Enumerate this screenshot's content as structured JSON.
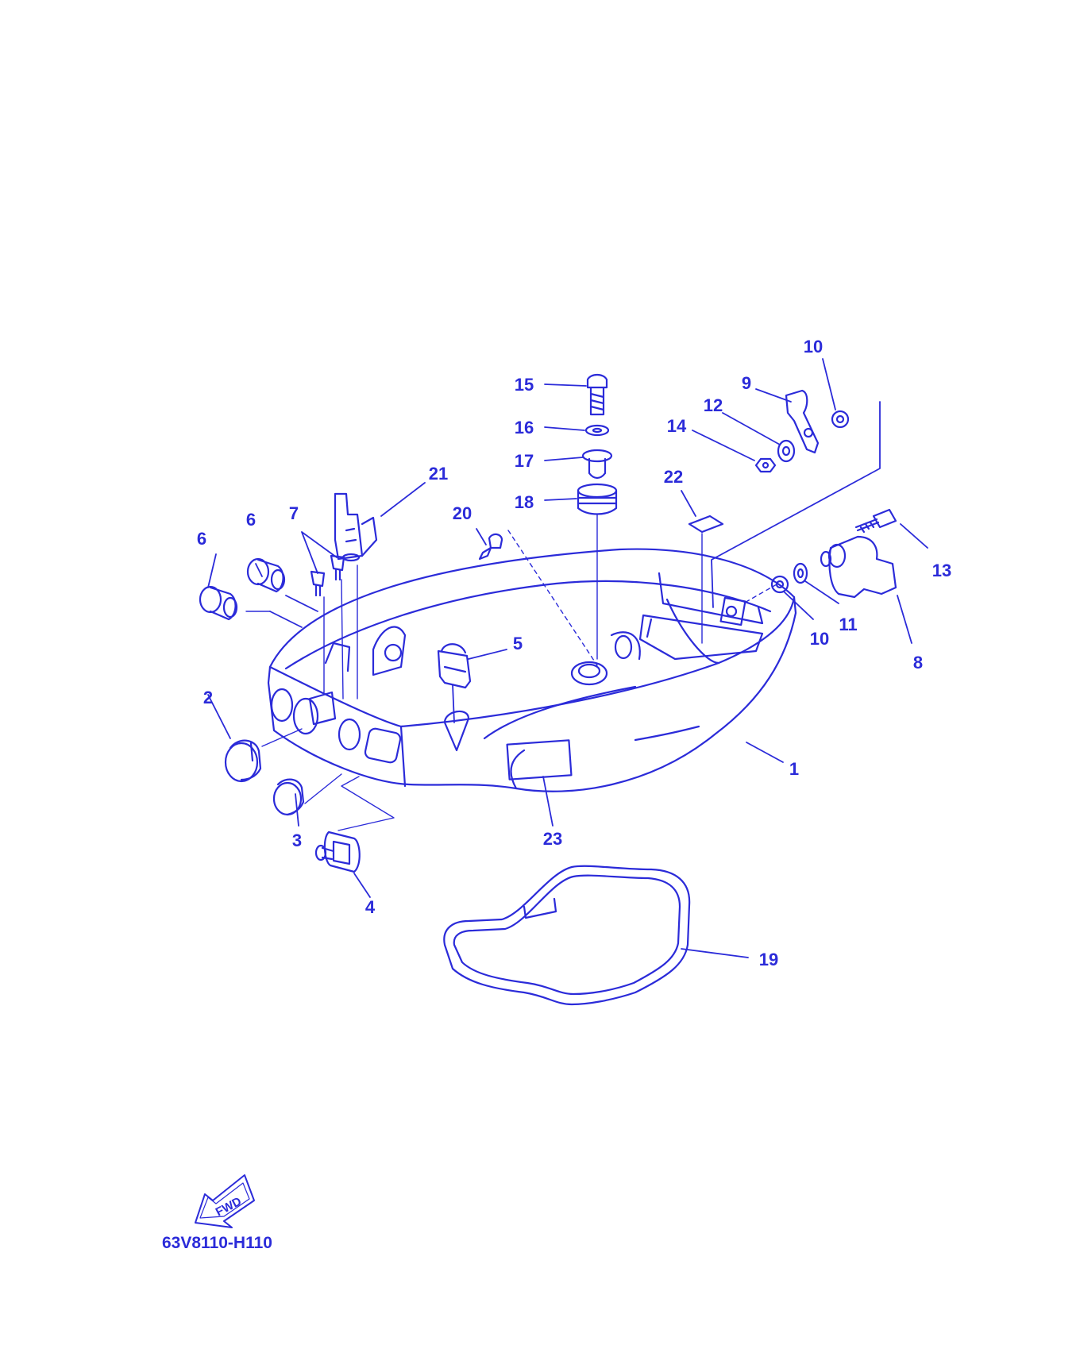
{
  "diagram": {
    "line_color": "#2b2bd9",
    "background": "#ffffff",
    "drawing_code": "63V8110-H110",
    "fwd_label": "FWD",
    "callouts": [
      {
        "id": "c1",
        "label": "1"
      },
      {
        "id": "c2",
        "label": "2"
      },
      {
        "id": "c3",
        "label": "3"
      },
      {
        "id": "c4",
        "label": "4"
      },
      {
        "id": "c5",
        "label": "5"
      },
      {
        "id": "c6a",
        "label": "6"
      },
      {
        "id": "c6b",
        "label": "6"
      },
      {
        "id": "c7",
        "label": "7"
      },
      {
        "id": "c8",
        "label": "8"
      },
      {
        "id": "c9",
        "label": "9"
      },
      {
        "id": "c10a",
        "label": "10"
      },
      {
        "id": "c10b",
        "label": "10"
      },
      {
        "id": "c11",
        "label": "11"
      },
      {
        "id": "c12",
        "label": "12"
      },
      {
        "id": "c13",
        "label": "13"
      },
      {
        "id": "c14",
        "label": "14"
      },
      {
        "id": "c15",
        "label": "15"
      },
      {
        "id": "c16",
        "label": "16"
      },
      {
        "id": "c17",
        "label": "17"
      },
      {
        "id": "c18",
        "label": "18"
      },
      {
        "id": "c19",
        "label": "19"
      },
      {
        "id": "c20",
        "label": "20"
      },
      {
        "id": "c21",
        "label": "21"
      },
      {
        "id": "c22",
        "label": "22"
      },
      {
        "id": "c23",
        "label": "23"
      }
    ]
  }
}
